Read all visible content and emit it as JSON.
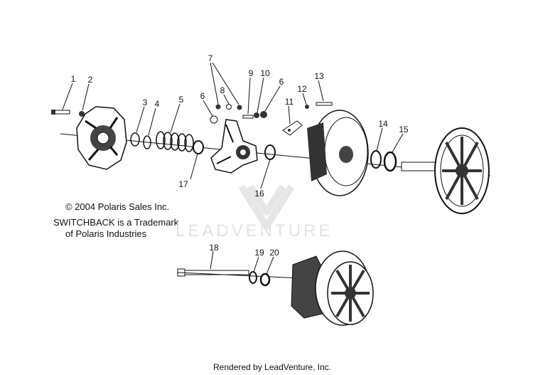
{
  "callouts": {
    "c1": "1",
    "c2": "2",
    "c3": "3",
    "c4": "4",
    "c5": "5",
    "c6a": "6",
    "c6b": "6",
    "c7": "7",
    "c8": "8",
    "c9": "9",
    "c10": "10",
    "c11": "11",
    "c12": "12",
    "c13": "13",
    "c14": "14",
    "c15": "15",
    "c16": "16",
    "c17": "17",
    "c18": "18",
    "c19": "19",
    "c20": "20"
  },
  "notes": {
    "copyright": "© 2004 Polaris Sales Inc.",
    "trademark_line1": "SWITCHBACK is a Trademark",
    "trademark_line2": "of Polaris Industries"
  },
  "watermark": "LEADVENTURE",
  "footer": "Rendered by LeadVenture, Inc.",
  "colors": {
    "ink": "#111111",
    "part_fill": "#333333",
    "watermark": "#e2e2e2"
  }
}
